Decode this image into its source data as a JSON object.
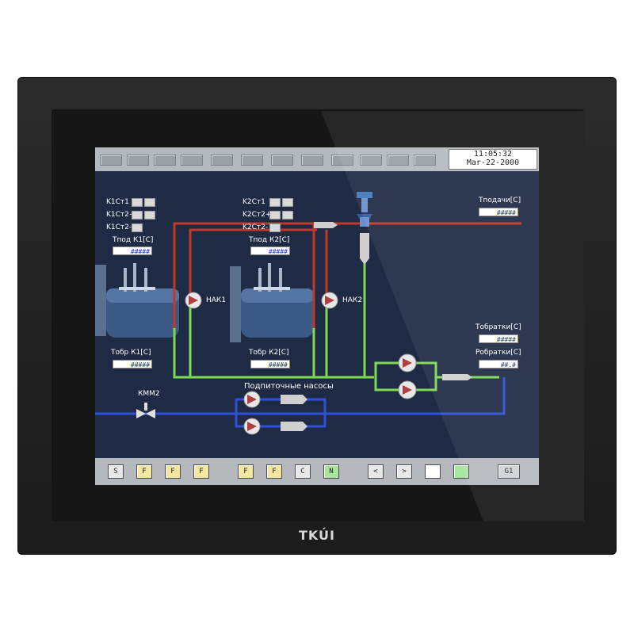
{
  "device": {
    "brand": "TKÚI"
  },
  "header": {
    "time": "11:05:32",
    "date": "Mar-22-2000"
  },
  "boiler1": {
    "status_labels": [
      "K1Ст1",
      "K1Ст2+",
      "K1Ст2-"
    ],
    "tpod_label": "Тпод К1[C]",
    "tpod_value": "#####",
    "tobr_label": "Тобр К1[C]",
    "tobr_value": "#####",
    "pump_label": "НАК1"
  },
  "boiler2": {
    "status_labels": [
      "K2Ст1",
      "K2Ст2+",
      "K2Ст2-"
    ],
    "tpod_label": "Тпод К2[C]",
    "tpod_value": "#####",
    "tobr_label": "Тобр К2[C]",
    "tobr_value": "#####",
    "pump_label": "НАК2"
  },
  "network": {
    "tpodachi_label": "Тподачи[C]",
    "tpodachi_value": "#####",
    "tobratki_label": "Тобратки[C]",
    "tobratki_value": "#####",
    "robratki_label": "Робратки[C]",
    "robratki_value": "##.#"
  },
  "valve": {
    "label": "КММ2"
  },
  "makeup": {
    "label": "Подпиточные насосы"
  },
  "colors": {
    "supply": "#c0392b",
    "return": "#7ed957",
    "makeup": "#2e4fd8",
    "screen_bg": "#1f2a44"
  },
  "toolbar_bottom": {
    "buttons": [
      "S",
      "F",
      "F",
      "F",
      "F",
      "F",
      "C",
      "N",
      "<",
      ">",
      "",
      ""
    ],
    "screen_id": "G1"
  }
}
